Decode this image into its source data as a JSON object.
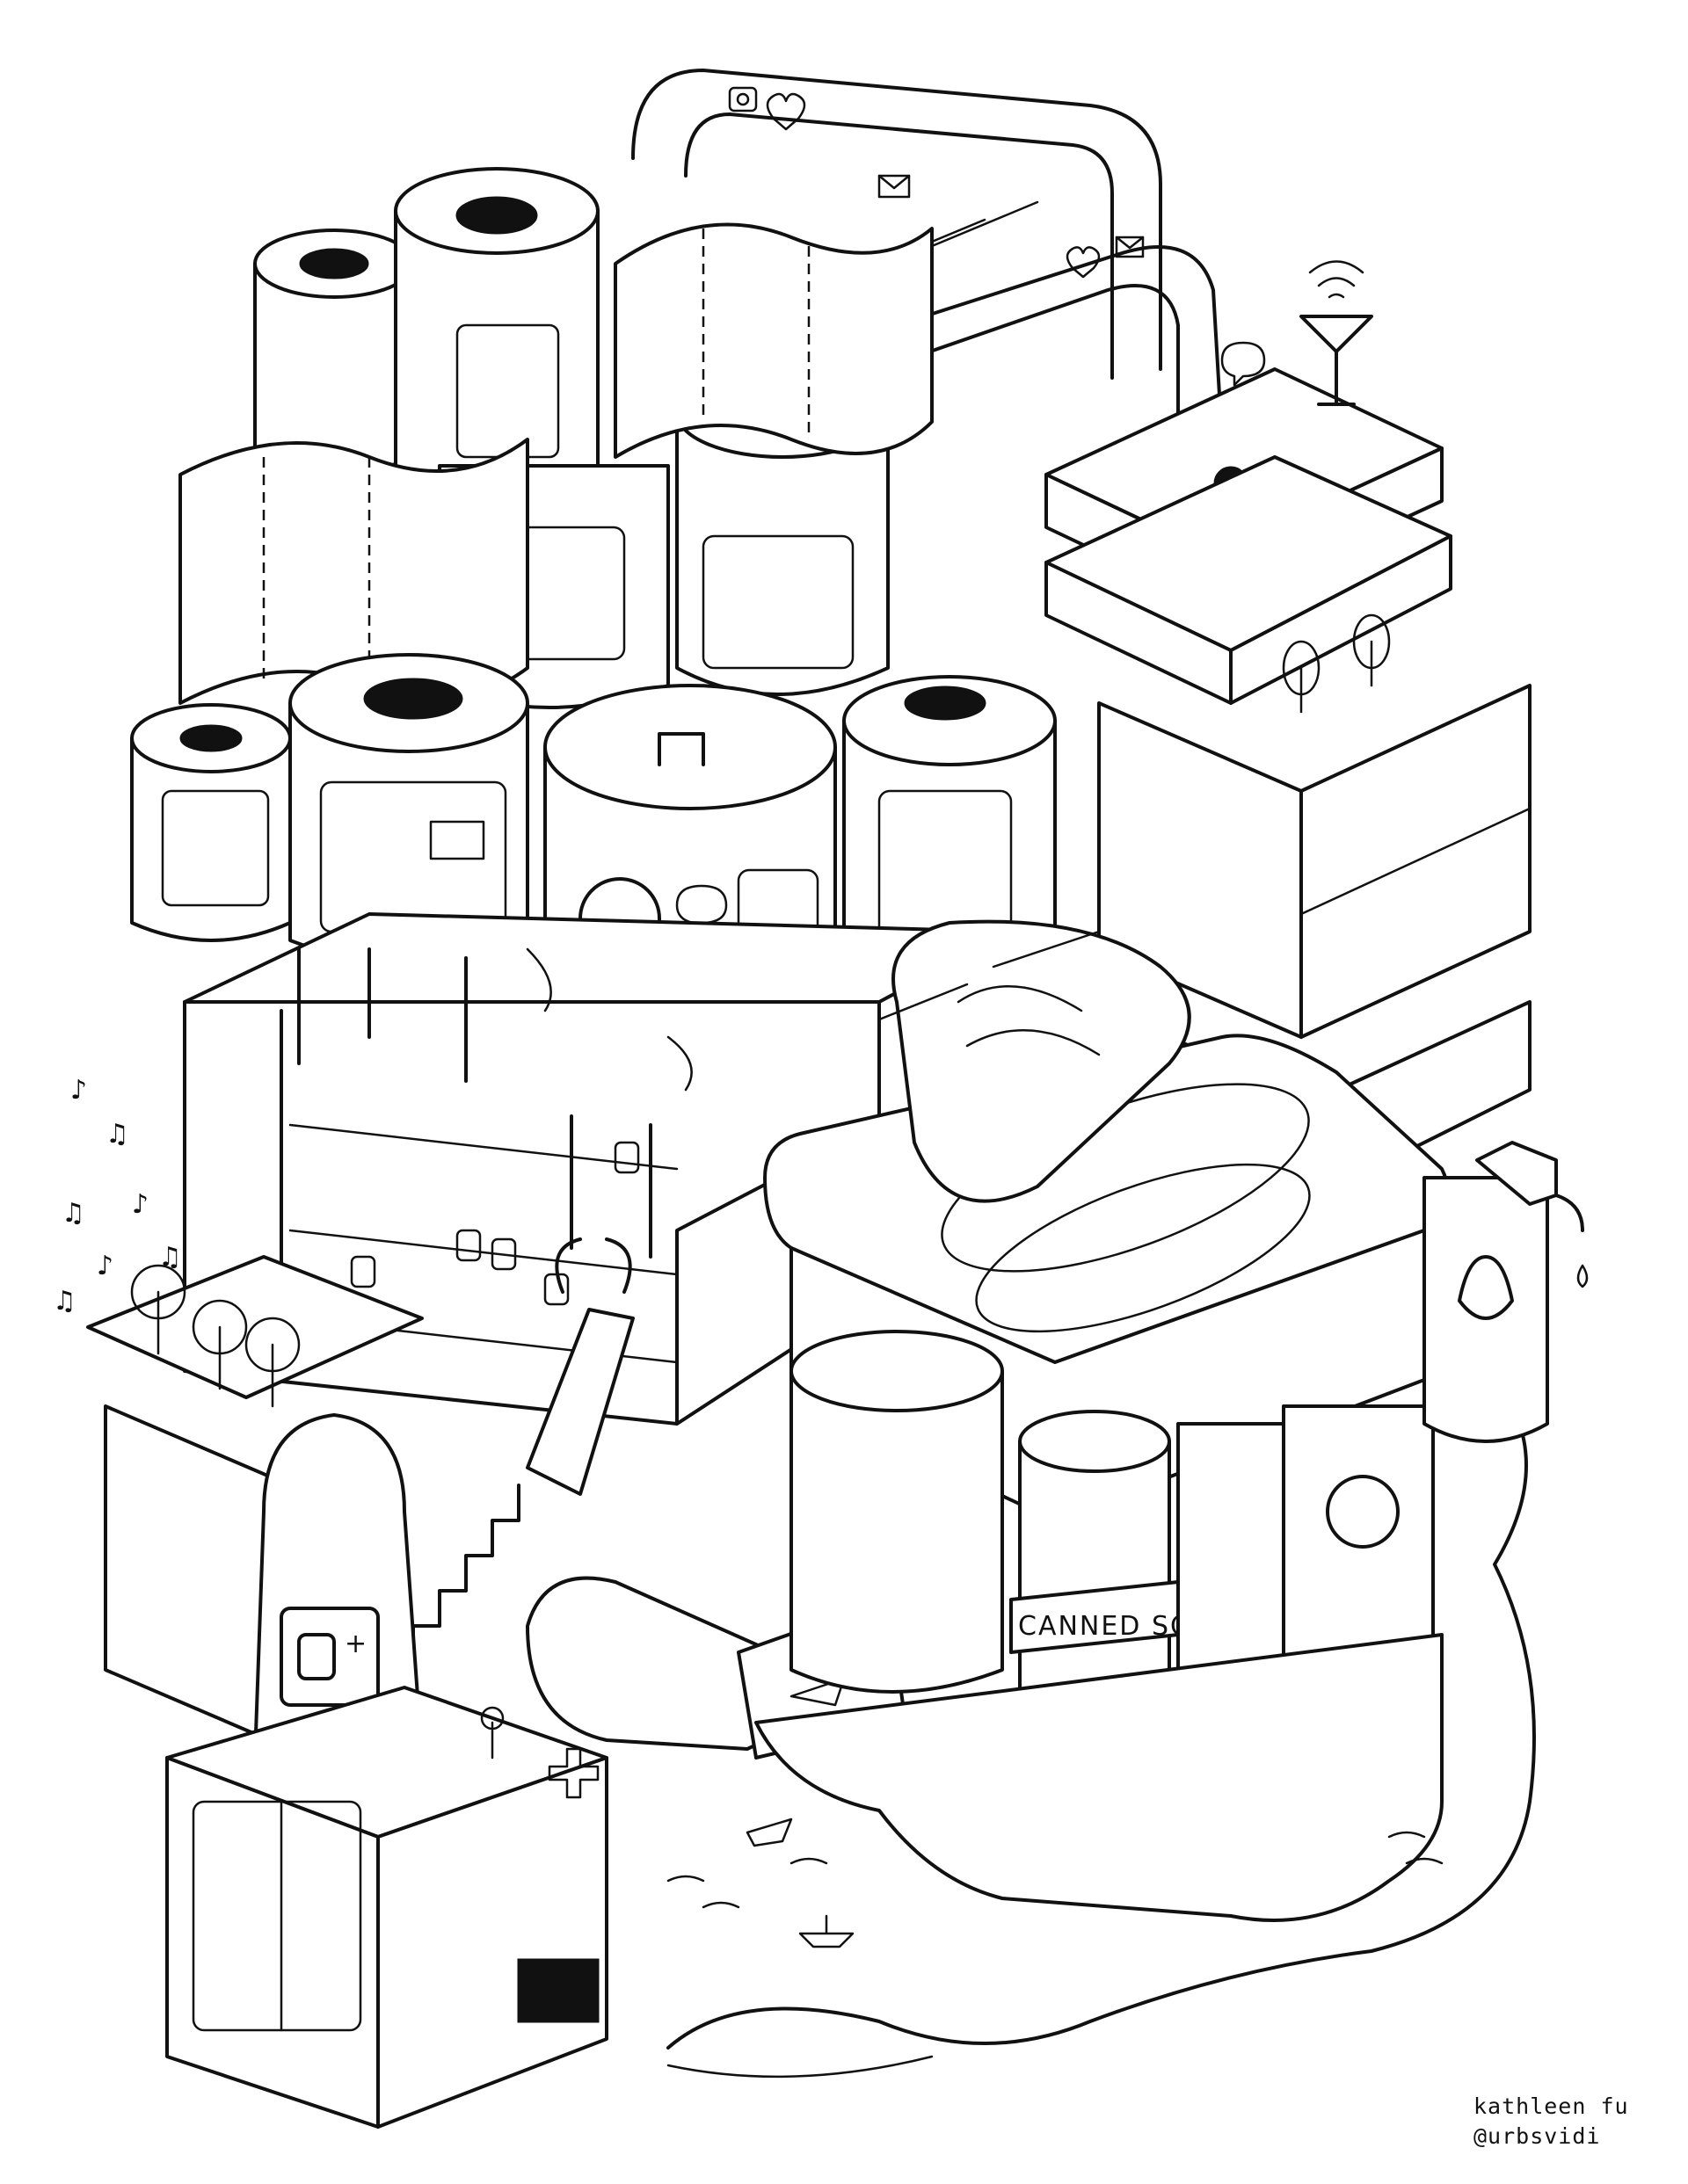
{
  "artwork": {
    "style": "black line-art isometric illustration",
    "colors": {
      "ink": "#111111",
      "paper": "#ffffff"
    },
    "can_label": "CANNED SOOP"
  },
  "credit": {
    "name": "kathleen fu",
    "handle": "@urbsvidi"
  }
}
